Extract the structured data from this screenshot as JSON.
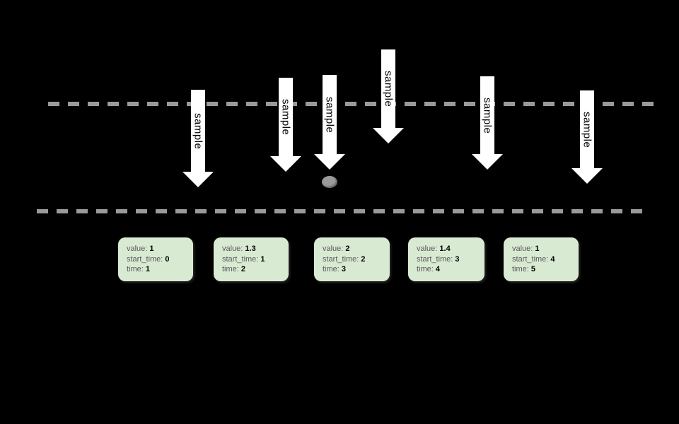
{
  "diagram": {
    "background_color": "#000000",
    "dashed_line_color": "#9a9a9a",
    "arrow_fill_color": "#ffffff",
    "card_fill_color": "#d9ead3",
    "card_label_color": "#595959",
    "card_value_color": "#000000",
    "dot_color": "#9a9a9a"
  },
  "arrows": [
    {
      "label": "sample"
    },
    {
      "label": "sample"
    },
    {
      "label": "sample"
    },
    {
      "label": "sample"
    },
    {
      "label": "sample"
    },
    {
      "label": "sample"
    }
  ],
  "cards": [
    {
      "fields": [
        {
          "label": "value:",
          "value": "1"
        },
        {
          "label": "start_time:",
          "value": "0"
        },
        {
          "label": "time:",
          "value": "1"
        }
      ]
    },
    {
      "fields": [
        {
          "label": "value:",
          "value": "1.3"
        },
        {
          "label": "start_time:",
          "value": "1"
        },
        {
          "label": "time:",
          "value": "2"
        }
      ]
    },
    {
      "fields": [
        {
          "label": "value:",
          "value": "2"
        },
        {
          "label": "start_time:",
          "value": "2"
        },
        {
          "label": "time:",
          "value": "3"
        }
      ]
    },
    {
      "fields": [
        {
          "label": "value:",
          "value": "1.4"
        },
        {
          "label": "start_time:",
          "value": "3"
        },
        {
          "label": "time:",
          "value": "4"
        }
      ]
    },
    {
      "fields": [
        {
          "label": "value:",
          "value": "1"
        },
        {
          "label": "start_time:",
          "value": "4"
        },
        {
          "label": "time:",
          "value": "5"
        }
      ]
    }
  ]
}
